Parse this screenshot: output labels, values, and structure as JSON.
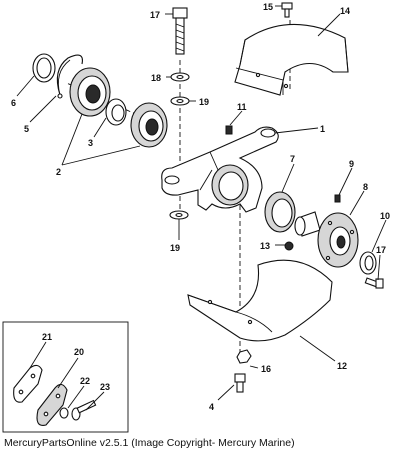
{
  "callouts": {
    "c1": "1",
    "c2": "2",
    "c3": "3",
    "c4": "4",
    "c5": "5",
    "c6": "6",
    "c7": "7",
    "c8": "8",
    "c9": "9",
    "c10": "10",
    "c11": "11",
    "c12": "12",
    "c13": "13",
    "c14": "14",
    "c15": "15",
    "c16": "16",
    "c17a": "17",
    "c17b": "17",
    "c18": "18",
    "c19a": "19",
    "c19b": "19",
    "c20": "20",
    "c21": "21",
    "c22": "22",
    "c23": "23"
  },
  "caption": "MercuryPartsOnline v2.5.1 (Image Copyright- Mercury Marine)"
}
